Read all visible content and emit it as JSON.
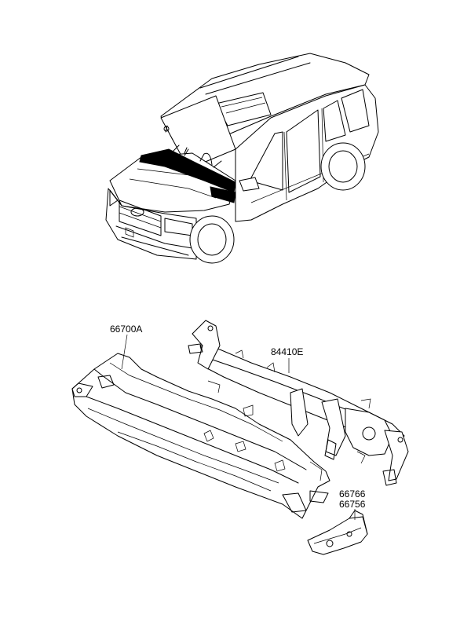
{
  "parts": {
    "cowl_panel": {
      "number": "66700A"
    },
    "cowl_crossbar": {
      "number": "84410E"
    },
    "bracket_upper": {
      "number": "66766"
    },
    "bracket_lower": {
      "number": "66756"
    }
  }
}
